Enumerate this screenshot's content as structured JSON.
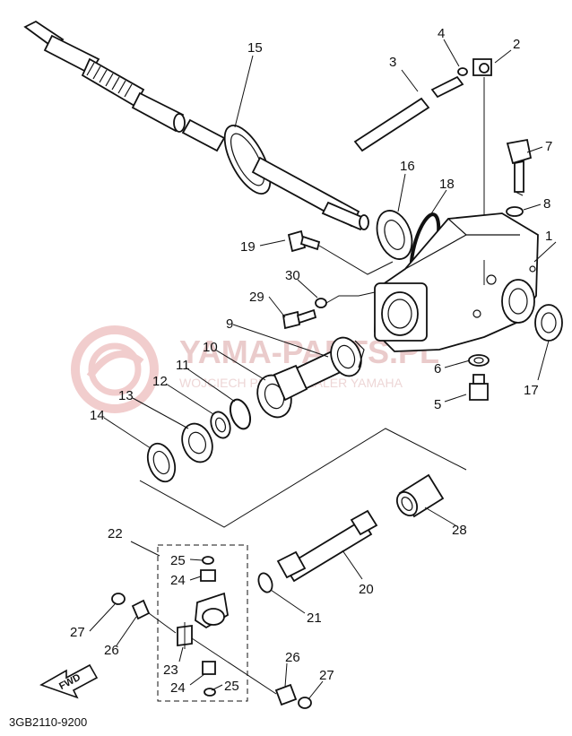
{
  "diagram": {
    "drawing_code": "3GB2110-9200",
    "fwd_label": "FWD",
    "watermark": {
      "title": "YAMA-PARTS.PL",
      "subtitle": "WOJCIECH PIECZ | DEALER YAMAHA"
    },
    "callouts": [
      "1",
      "2",
      "3",
      "4",
      "5",
      "6",
      "7",
      "8",
      "9",
      "10",
      "11",
      "12",
      "13",
      "14",
      "15",
      "16",
      "17",
      "18",
      "19",
      "20",
      "21",
      "22",
      "23",
      "24",
      "25",
      "26",
      "27",
      "28",
      "29",
      "30"
    ],
    "callouts_repeat": [
      "24",
      "25",
      "26",
      "27"
    ]
  }
}
